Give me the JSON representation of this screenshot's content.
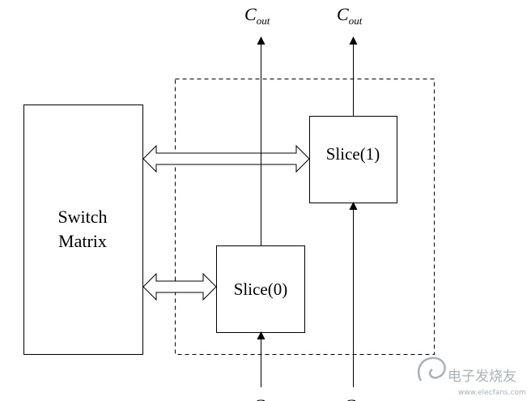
{
  "blocks": {
    "switch_matrix": [
      "Switch",
      "Matrix"
    ],
    "slice0": "Slice(0)",
    "slice1": "Slice(1)"
  },
  "signals": {
    "cout_main": "C",
    "cout_sub": "out",
    "cin_main": "C"
  },
  "watermark": {
    "line1": "电子发烧友",
    "line2": "www.elecfans.com"
  },
  "colors": {
    "stroke": "#000000",
    "watermark": "#8a97a8"
  }
}
